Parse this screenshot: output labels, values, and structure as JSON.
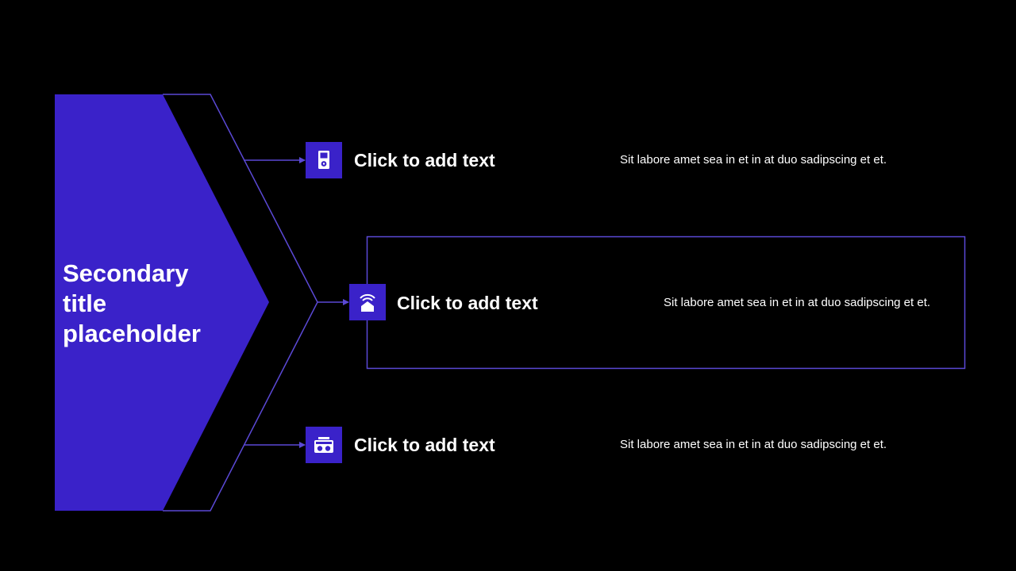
{
  "title": "Secondary title placeholder",
  "colors": {
    "accent": "#3a22c9",
    "outline": "#5b49d6",
    "background": "#000000",
    "text": "#ffffff"
  },
  "items": [
    {
      "heading": "Click to add text",
      "description": "Sit labore amet sea in et in at duo sadipscing et et.",
      "icon": "media-player-icon",
      "highlighted": false
    },
    {
      "heading": "Click to add text",
      "description": "Sit labore amet sea in et in at duo sadipscing et et.",
      "icon": "smart-home-icon",
      "highlighted": true
    },
    {
      "heading": "Click to add text",
      "description": "Sit labore amet sea in et in at duo sadipscing et et.",
      "icon": "radio-icon",
      "highlighted": false
    }
  ]
}
